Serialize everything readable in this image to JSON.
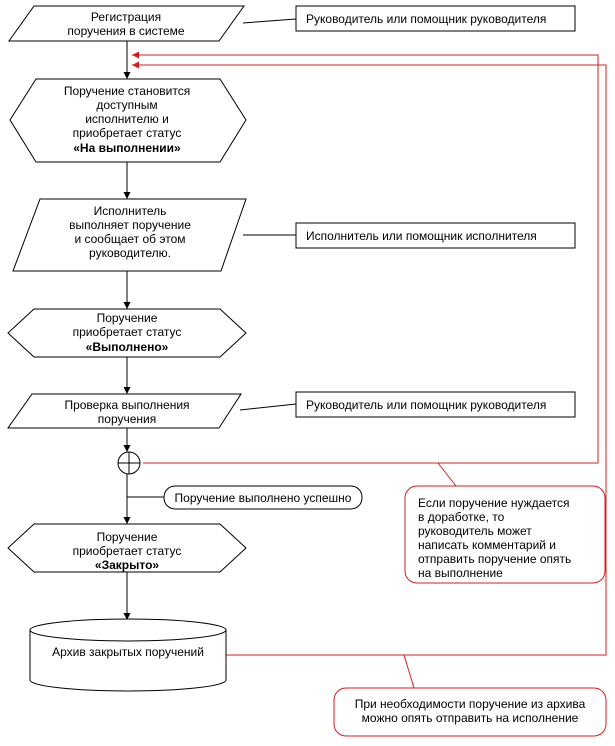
{
  "steps": {
    "registration": {
      "line1": "Регистрация",
      "line2": "поручения в системе"
    },
    "available": {
      "line1": "Поручение становится",
      "line2": "доступным",
      "line3": "исполнителю и",
      "line4": "приобретает статус",
      "status": "«На выполнении»"
    },
    "execute": {
      "line1": "Исполнитель",
      "line2": "выполняет поручение",
      "line3": "и сообщает об этом",
      "line4": "руководителю."
    },
    "done_status": {
      "line1": "Поручение",
      "line2": "приобретает статус",
      "status": "«Выполнено»"
    },
    "check": {
      "line1": "Проверка выполнения",
      "line2": "поручения"
    },
    "closed_status": {
      "line1": "Поручение",
      "line2": "приобретает статус",
      "status": "«Закрыто»"
    },
    "archive": {
      "label": "Архив закрытых поручений"
    }
  },
  "notes": {
    "manager1": "Руководитель или помощник руководителя",
    "executor": "Исполнитель или помощник исполнителя",
    "manager2": "Руководитель или помощник руководителя",
    "success": "Поручение выполнено успешно",
    "rework": {
      "line1": "Если поручение нуждается",
      "line2": "в доработке, то",
      "line3": "руководитель может",
      "line4": "написать комментарий и",
      "line5": "отправить поручение опять",
      "line6": "на выполнение"
    },
    "archive_return": {
      "line1": "При необходимости поручение из архива",
      "line2": "можно опять отправить на исполнение"
    }
  },
  "colors": {
    "line": "#000000",
    "feedback": "#d21f1f",
    "background": "#ffffff"
  }
}
